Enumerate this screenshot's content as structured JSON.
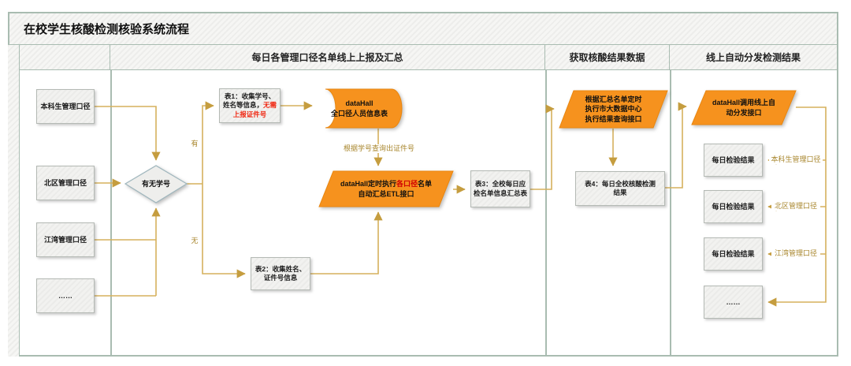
{
  "title": "在校学生核酸检测核验系统流程",
  "lanes": {
    "lane_sources_label": "",
    "lane_report_label": "每日各管理口径名单线上上报及汇总",
    "lane_results_label": "获取核酸结果数据",
    "lane_dispatch_label": "线上自动分发检测结果"
  },
  "sources": [
    "本科生管理口径",
    "北区管理口径",
    "江湾管理口径",
    "……"
  ],
  "decision": {
    "label": "有无学号",
    "branch_yes": "有",
    "branch_no": "无"
  },
  "table1": {
    "black": "表1：收集学号、姓名等信息，",
    "red": "无需上报证件号"
  },
  "datastore": {
    "line1": "dataHall",
    "line2": "全口径人员信息表"
  },
  "query_edge_label": "根据学号查询出证件号",
  "etl": {
    "part_a": "dataHall定时执行",
    "part_red": "各口径",
    "part_b": "名单",
    "line2": "自动汇总ETL接口"
  },
  "table2": "表2：收集姓名、证件号信息",
  "table3": "表3：全校每日应检名单信息汇总表",
  "table4": "表4：每日全校核酸检测结果",
  "query_api": "根据汇总名单定时执行市大数据中心执行结果查询接口",
  "dispatch_api": "dataHall调用线上自动分发接口",
  "results": {
    "boxes": [
      "每日检验结果",
      "每日检验结果",
      "每日检验结果",
      "……"
    ],
    "edge_labels": [
      "本科生管理口径",
      "北区管理口径",
      "江湾管理口径"
    ]
  },
  "colors": {
    "accent_orange": "#f6921e",
    "orange_border": "#e9860f",
    "line_gold": "#d5b15d",
    "arrow_gold": "#c59d3f",
    "edge_label_gold": "#a8862c",
    "lane_border_teal": "#a9bcb1",
    "red_emphasis": "#f0250f",
    "node_fill_gray": "#ededeb"
  }
}
